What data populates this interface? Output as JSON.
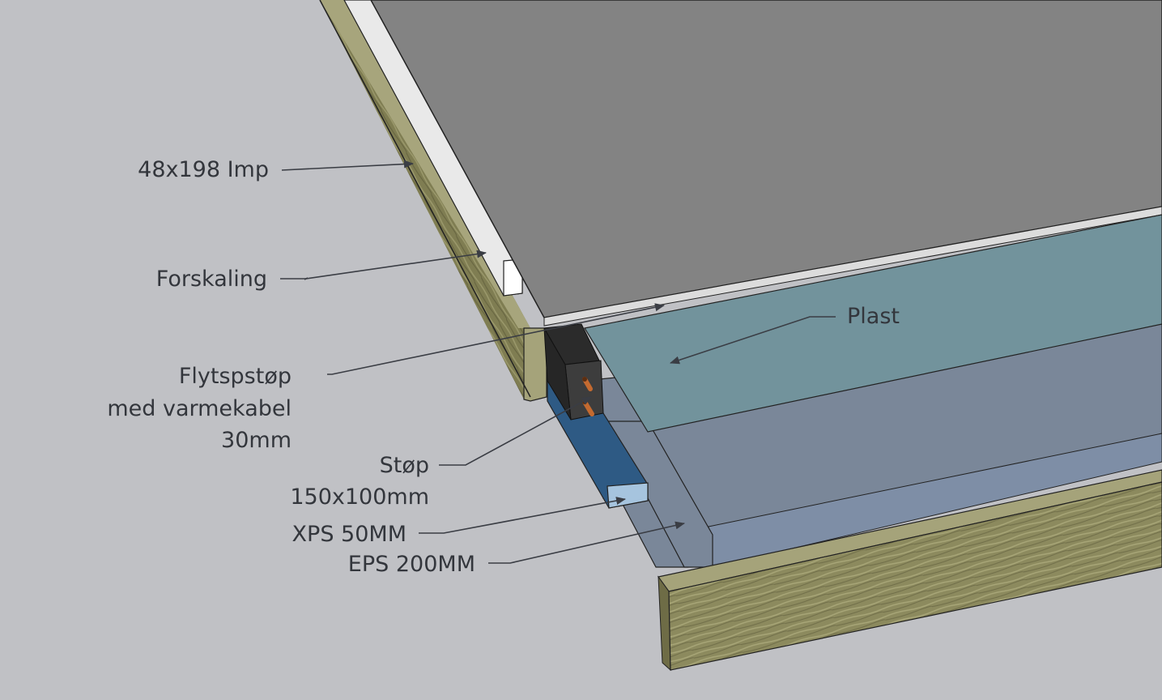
{
  "labels": {
    "imp": "48x198 Imp",
    "forskaling": "Forskaling",
    "flytspstop_1": "Flytspstøp",
    "flytspstop_2": "med varmekabel",
    "flytspstop_3": "30mm",
    "plast": "Plast",
    "stop_1": "Støp",
    "stop_2": "150x100mm",
    "xps": "XPS 50MM",
    "eps": "EPS 200MM"
  },
  "colors": {
    "background": "#c0c1c5",
    "concrete_top": "#838383",
    "plastic_top": "#72939c",
    "eps_side": "#7a8799",
    "xps_side": "#2e5a84",
    "timber": "#8c8a5e",
    "label_text": "#33363c"
  }
}
